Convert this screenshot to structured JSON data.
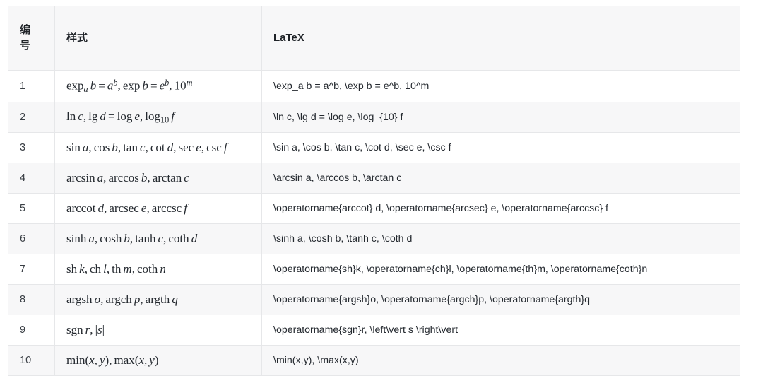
{
  "table": {
    "headers": {
      "number": "编号",
      "number_chars": [
        "编",
        "号"
      ],
      "style": "样式",
      "latex": "LaTeX"
    },
    "colors": {
      "header_background": "#f7f7f8",
      "row_shaded_background": "#f7f7f8",
      "row_plain_background": "#ffffff",
      "border": "#e6e7e9",
      "text": "#24292f",
      "page_background": "#ffffff"
    },
    "rows": [
      {
        "number": "1",
        "style_text": "exp_a b = a^b, exp b = e^b, 10^m",
        "latex": "\\exp_a b = a^b, \\exp b = e^b, 10^m"
      },
      {
        "number": "2",
        "style_text": "ln c, lg d = log e, log_10 f",
        "latex": "\\ln c, \\lg d = \\log e, \\log_{10} f"
      },
      {
        "number": "3",
        "style_text": "sin a, cos b, tan c, cot d, sec e, csc f",
        "latex": "\\sin a, \\cos b, \\tan c, \\cot d, \\sec e, \\csc f"
      },
      {
        "number": "4",
        "style_text": "arcsin a, arccos b, arctan c",
        "latex": "\\arcsin a, \\arccos b, \\arctan c"
      },
      {
        "number": "5",
        "style_text": "arccot d, arcsec e, arccsc f",
        "latex": "\\operatorname{arccot} d, \\operatorname{arcsec} e, \\operatorname{arccsc} f"
      },
      {
        "number": "6",
        "style_text": "sinh a, cosh b, tanh c, coth d",
        "latex": "\\sinh a, \\cosh b, \\tanh c, \\coth d"
      },
      {
        "number": "7",
        "style_text": "sh k, ch l, th m, coth n",
        "latex": "\\operatorname{sh}k, \\operatorname{ch}l, \\operatorname{th}m, \\operatorname{coth}n"
      },
      {
        "number": "8",
        "style_text": "argsh o, argch p, argth q",
        "latex": "\\operatorname{argsh}o, \\operatorname{argch}p, \\operatorname{argth}q"
      },
      {
        "number": "9",
        "style_text": "sgn r, |s|",
        "latex": "\\operatorname{sgn}r, \\left\\vert s \\right\\vert"
      },
      {
        "number": "10",
        "style_text": "min(x,y), max(x,y)",
        "latex": "\\min(x,y), \\max(x,y)"
      }
    ]
  }
}
